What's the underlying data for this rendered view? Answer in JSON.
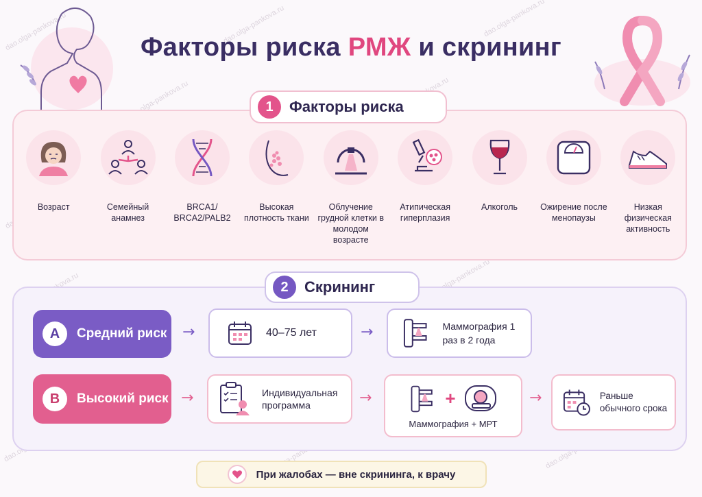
{
  "title": {
    "part1": "Факторы риска",
    "accent": "РМЖ",
    "part2": "и скрининг"
  },
  "watermark": "dao.olga-pankova.ru",
  "section1": {
    "number": "1",
    "title": "Факторы риска",
    "factors": [
      {
        "label": "Возраст",
        "icon": "woman-face-icon"
      },
      {
        "label": "Семейный анамнез",
        "icon": "family-tree-icon"
      },
      {
        "label": "BRCA1/ BRCA2/PALB2",
        "icon": "dna-icon"
      },
      {
        "label": "Высокая плотность ткани",
        "icon": "breast-tissue-icon"
      },
      {
        "label": "Облучение грудной клетки в молодом возрасте",
        "icon": "radiation-machine-icon"
      },
      {
        "label": "Атипическая гиперплазия",
        "icon": "microscope-icon"
      },
      {
        "label": "Алкоголь",
        "icon": "wine-glass-icon"
      },
      {
        "label": "Ожирение после менопаузы",
        "icon": "scale-icon"
      },
      {
        "label": "Низкая физическая активность",
        "icon": "sneaker-icon"
      }
    ]
  },
  "section2": {
    "number": "2",
    "title": "Скрининг",
    "average": {
      "letter": "A",
      "label": "Средний риск",
      "age": "40–75 лет",
      "exam": "Маммография 1 раз в 2 года"
    },
    "high": {
      "letter": "B",
      "label": "Высокий риск",
      "program": "Индивидуальная программа",
      "exam": "Маммография + МРТ",
      "timing": "Раньше обычного срока"
    }
  },
  "note": "При жалобах — вне скрининга, к врачу",
  "colors": {
    "navy": "#3a2e63",
    "pink": "#e0477f",
    "purple": "#7a5cc5",
    "pink_panel": "#fdf0f3",
    "purple_panel": "#f6f2fb"
  }
}
